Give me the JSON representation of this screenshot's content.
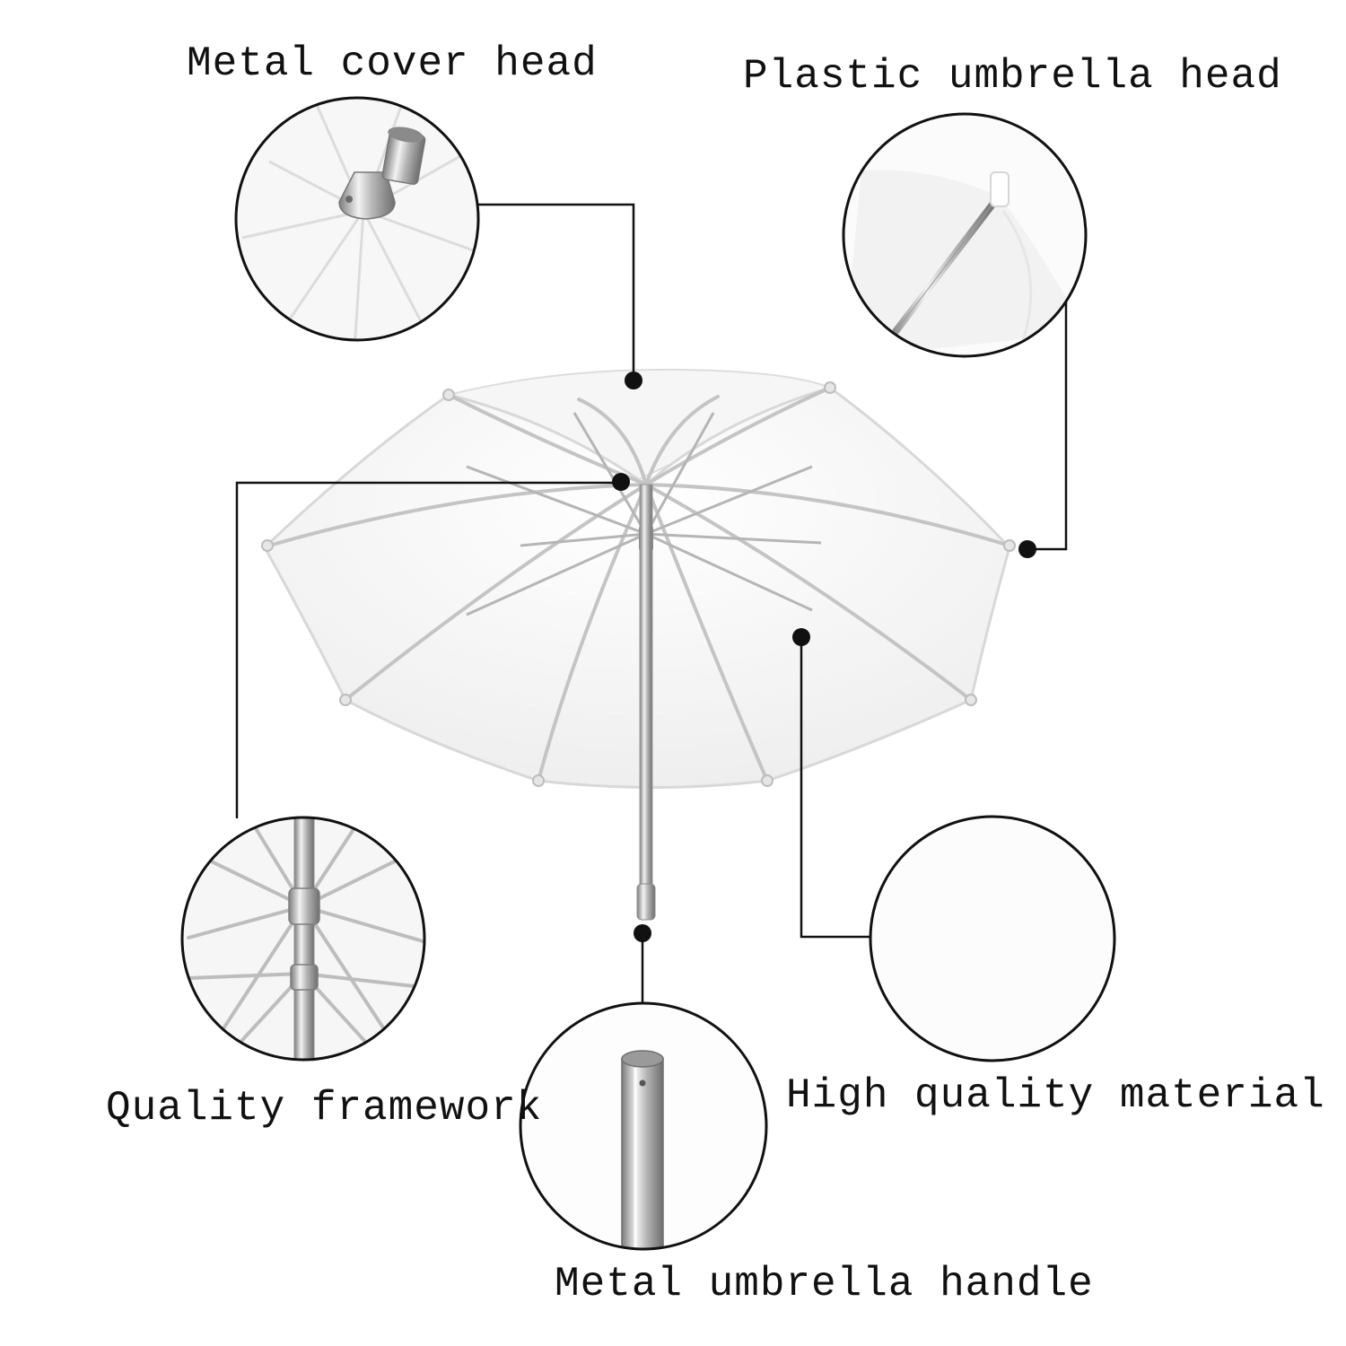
{
  "labels": {
    "metal_cover_head": "Metal cover head",
    "plastic_umbrella_head": "Plastic umbrella head",
    "quality_framework": "Quality framework",
    "high_quality_material": "High quality material",
    "metal_umbrella_handle": "Metal umbrella handle"
  },
  "colors": {
    "line": "#111111",
    "canopy": "#f4f4f4",
    "rib": "#c9c9c9",
    "metal": "#a9a9a9"
  }
}
